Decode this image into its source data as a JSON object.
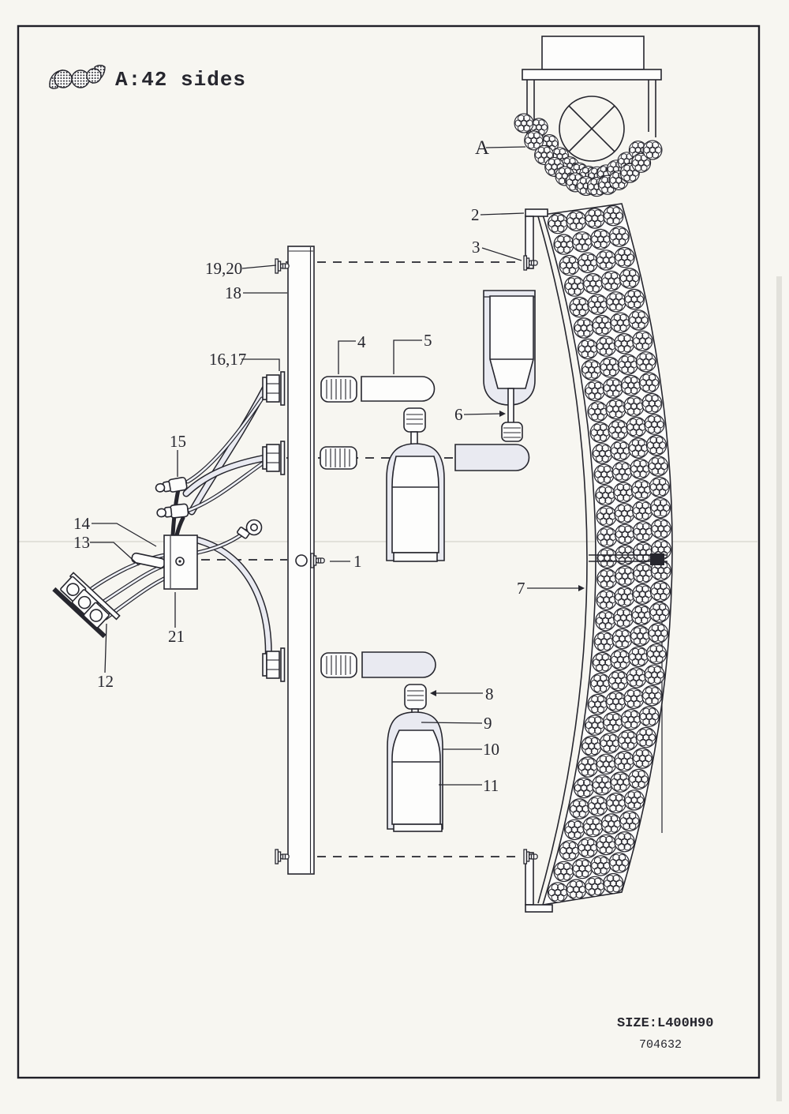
{
  "colors": {
    "ink": "#26262e",
    "shade": "#e9eaf1",
    "paper": "#f7f6f1"
  },
  "header": {
    "title": "A:42 sides",
    "icon": "beads-logo-icon"
  },
  "detail_view": {
    "label": "A"
  },
  "callouts": {
    "c1": "1",
    "c2": "2",
    "c3": "3",
    "c4": "4",
    "c5": "5",
    "c6": "6",
    "c7": "7",
    "c8": "8",
    "c9": "9",
    "c10": "10",
    "c11": "11",
    "c12": "12",
    "c13": "13",
    "c14": "14",
    "c15": "15",
    "c16_17": "16,17",
    "c18": "18",
    "c19_20": "19,20",
    "c21": "21"
  },
  "footer": {
    "size": "SIZE:L400H90",
    "code": "704632"
  }
}
